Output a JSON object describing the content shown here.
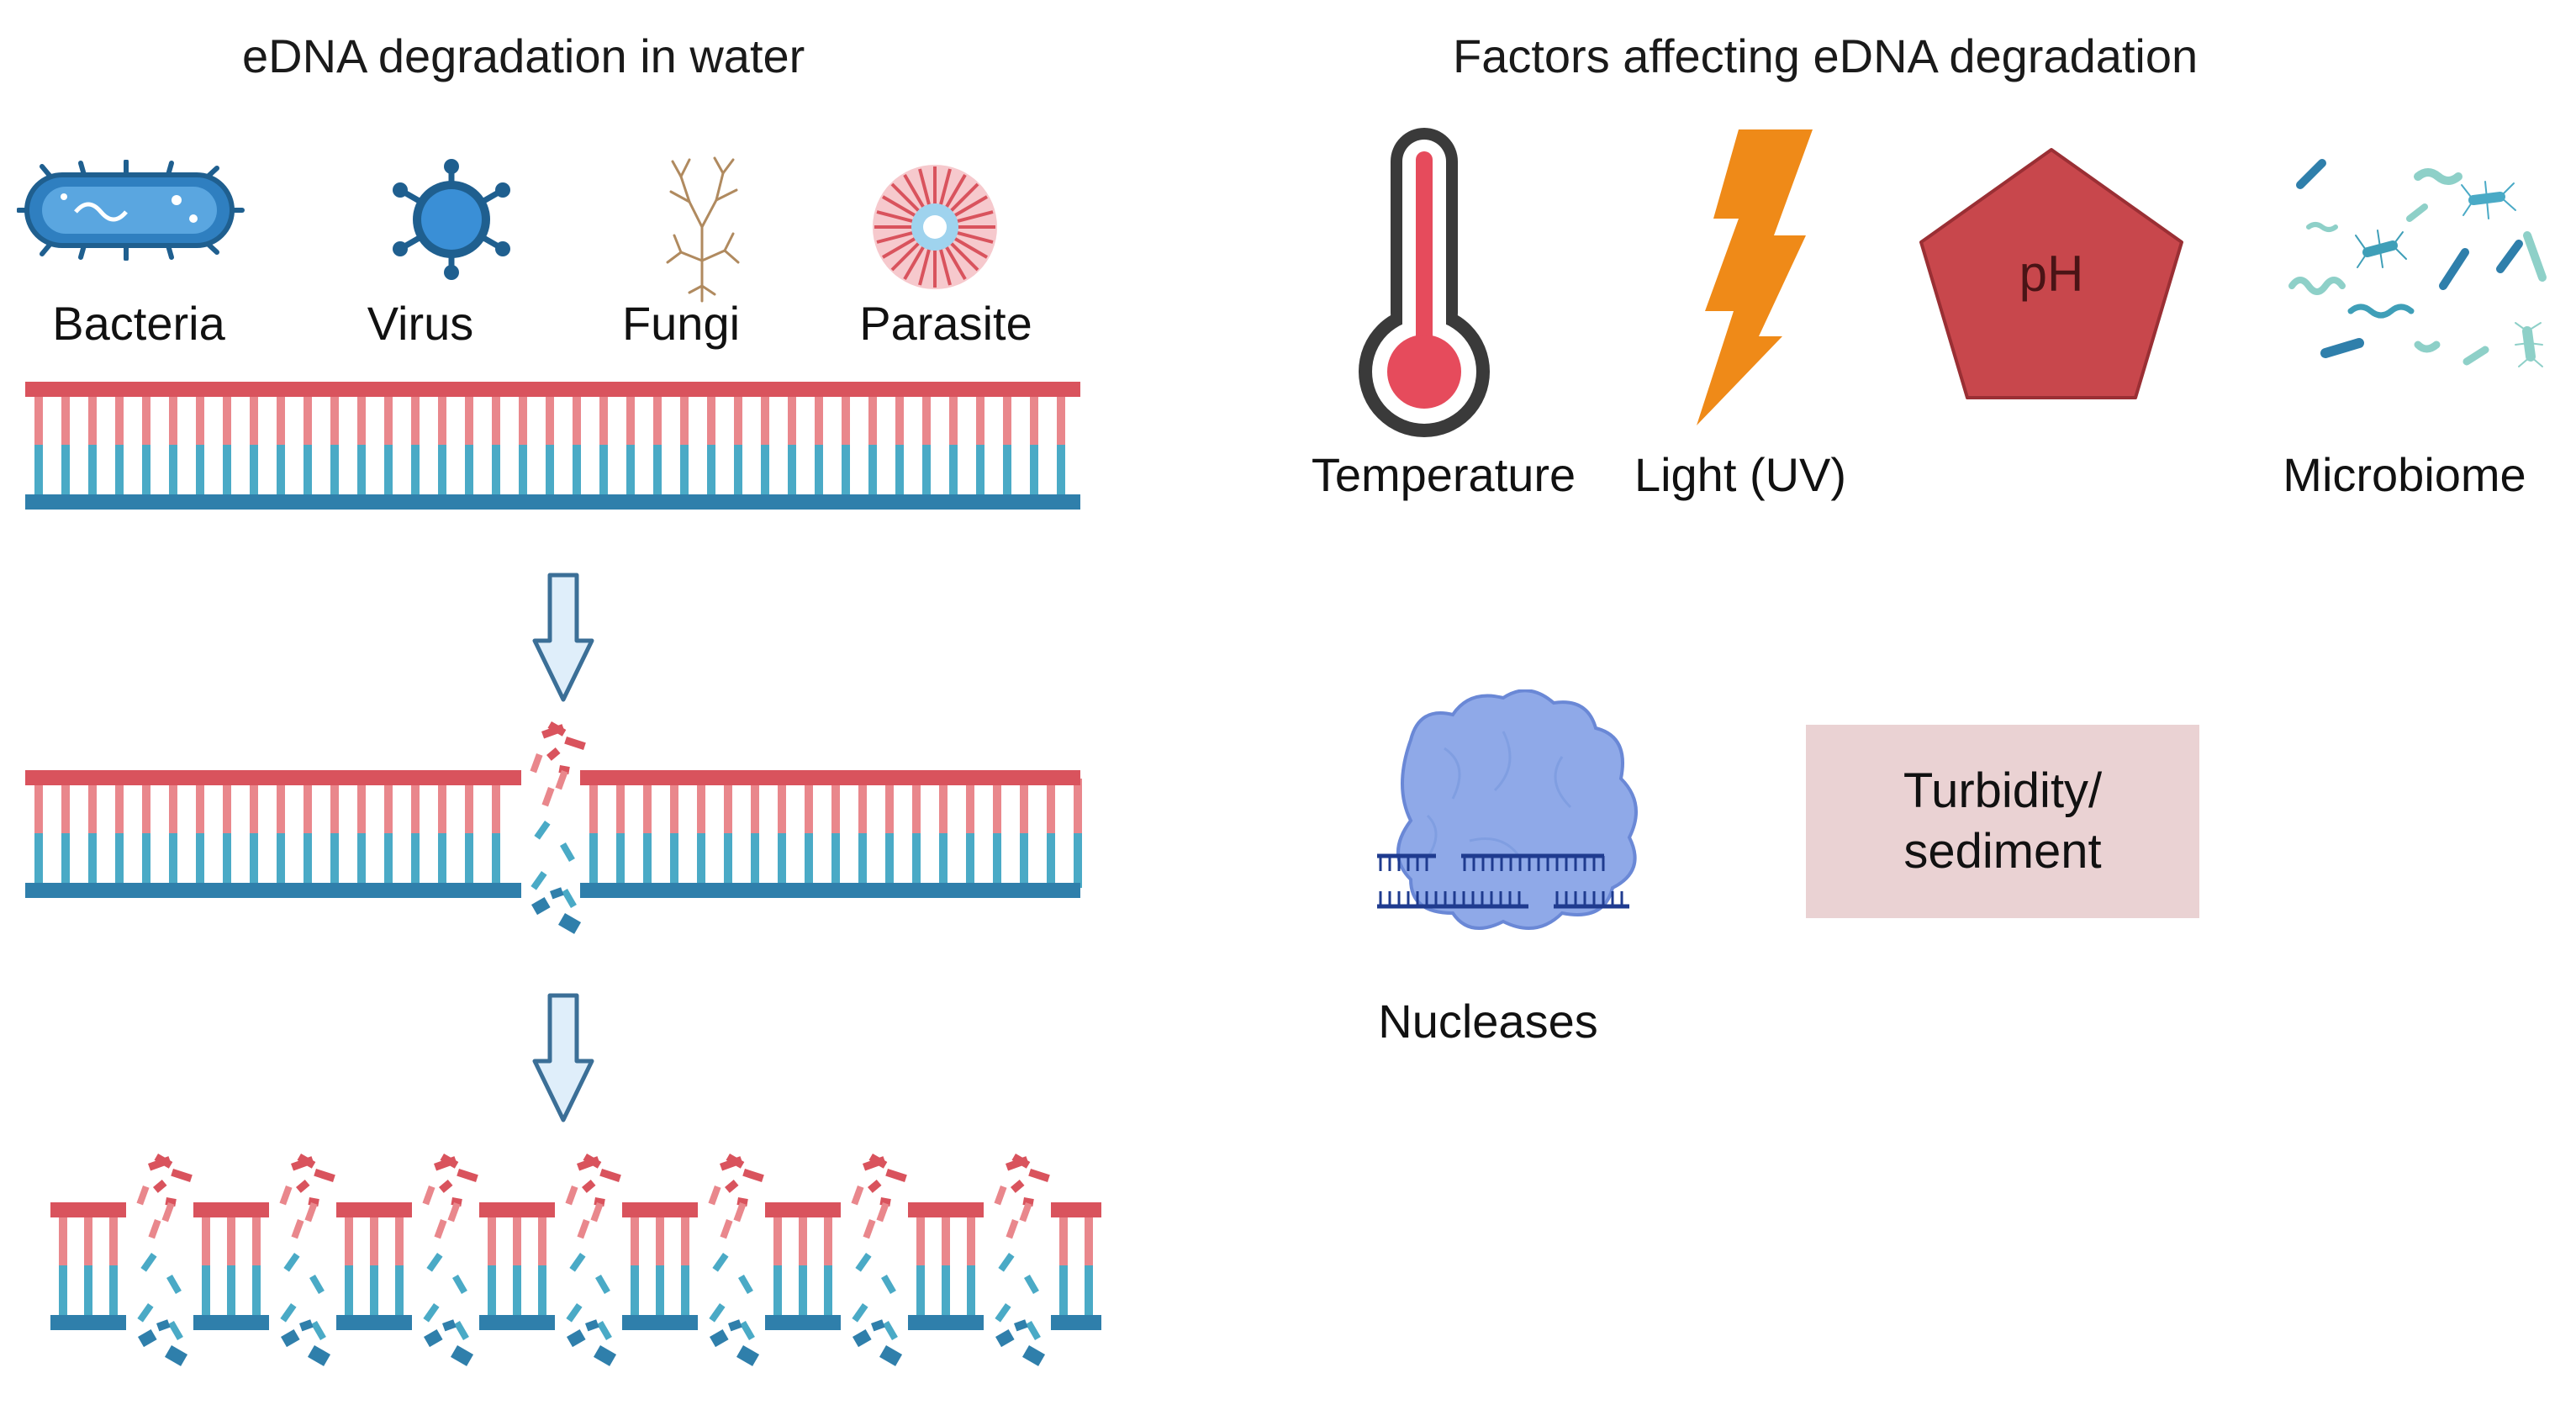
{
  "left_panel": {
    "title": "eDNA degradation in water",
    "sources": [
      {
        "label": "Bacteria",
        "icon": "bacteria-icon"
      },
      {
        "label": "Virus",
        "icon": "virus-icon"
      },
      {
        "label": "Fungi",
        "icon": "fungi-icon"
      },
      {
        "label": "Parasite",
        "icon": "parasite-icon"
      }
    ],
    "stages": [
      "intact-strand",
      "single-break",
      "fragmented"
    ]
  },
  "right_panel": {
    "title": "Factors affecting eDNA degradation",
    "factors": [
      {
        "label": "Temperature",
        "icon": "thermometer-icon"
      },
      {
        "label": "Light (UV)",
        "icon": "lightning-bolt-icon"
      },
      {
        "label": "pH",
        "icon": "pentagon-icon"
      },
      {
        "label": "Microbiome",
        "icon": "microbiome-icon"
      },
      {
        "label": "Nucleases",
        "icon": "nuclease-icon"
      },
      {
        "label": "Turbidity/",
        "label2": "sediment"
      }
    ]
  },
  "colors": {
    "red_strand": "#d9535d",
    "red_light": "#e9878c",
    "blue_strand": "#2f7fab",
    "blue_light": "#4aaac6",
    "arrow_fill": "#dfeefa",
    "arrow_stroke": "#3b6f97",
    "bolt": "#ef8a18",
    "ph": "#c8474c",
    "nuclease": "#8fa9e8",
    "turbidity_box": "#ead2d3"
  }
}
